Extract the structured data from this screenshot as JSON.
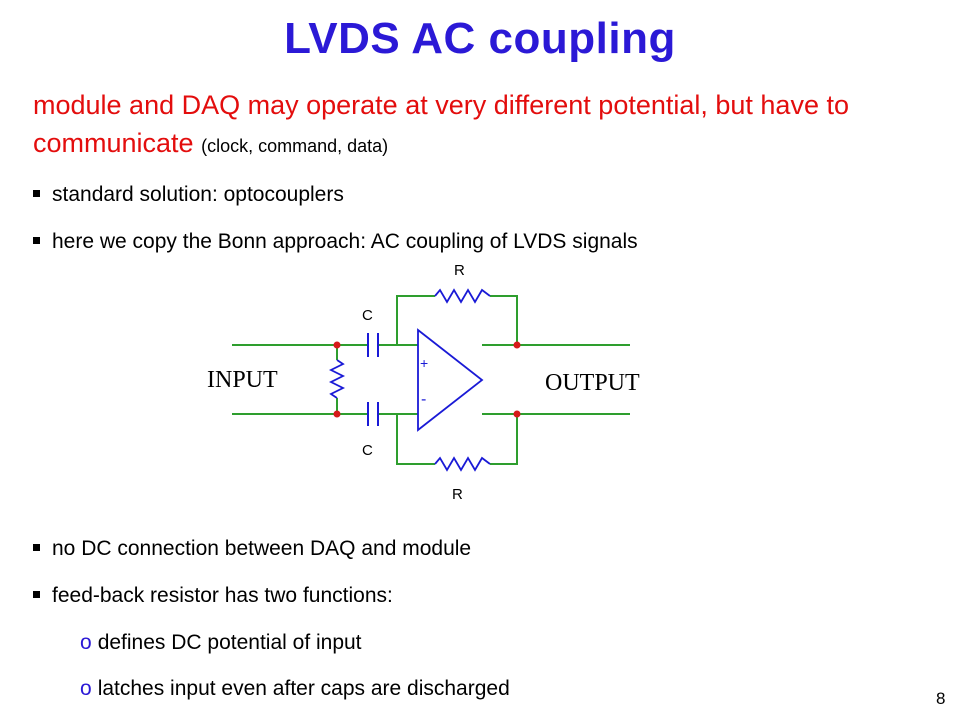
{
  "title": "LVDS AC coupling",
  "intro": {
    "main": "module and DAQ may operate at very different potential, but have to communicate",
    "note": "(clock, command, data)"
  },
  "bullets_top": [
    "standard solution: optocouplers",
    "here we copy the Bonn approach: AC coupling of LVDS signals"
  ],
  "diagram": {
    "input_label": "INPUT",
    "output_label": "OUTPUT",
    "r_top": "R",
    "r_bottom": "R",
    "c_top": "C",
    "c_bottom": "C",
    "plus": "+",
    "minus": "-",
    "wire_color": "#2e9e2e",
    "component_color": "#1a1ad6",
    "node_color": "#d61a1a"
  },
  "bullets_bottom": [
    "no DC connection between DAQ and module",
    "feed-back resistor has two functions:"
  ],
  "sub_bullets": [
    "defines DC potential of input",
    "latches input even after caps are discharged"
  ],
  "sub_marker": "o",
  "page_number": "8"
}
